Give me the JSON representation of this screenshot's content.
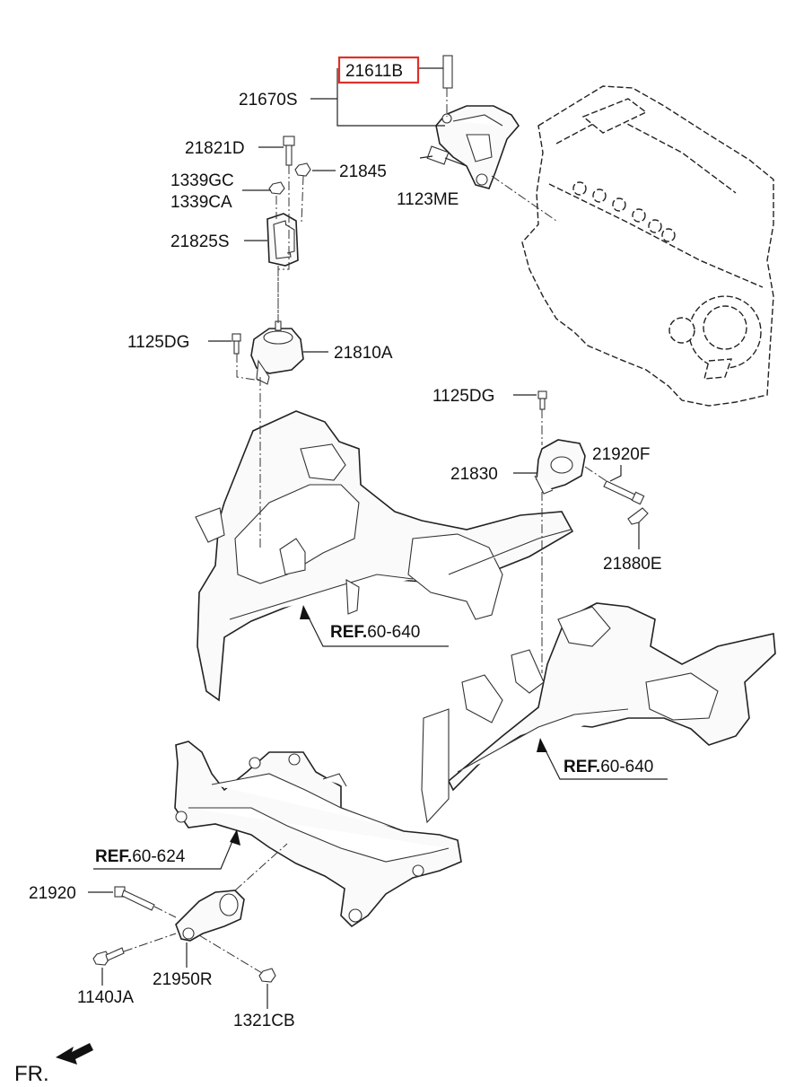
{
  "labels": {
    "l21611B": "21611B",
    "l21670S": "21670S",
    "l21821D": "21821D",
    "l1339GC": "1339GC",
    "l1339CA": "1339CA",
    "l21845": "21845",
    "l1123ME": "1123ME",
    "l21825S": "21825S",
    "l1125DG_a": "1125DG",
    "l21810A": "21810A",
    "l1125DG_b": "1125DG",
    "l21920F": "21920F",
    "l21830": "21830",
    "l21880E": "21880E",
    "l21920": "21920",
    "l1140JA": "1140JA",
    "l21950R": "21950R",
    "l1321CB": "1321CB"
  },
  "refs": {
    "ref1_bold": "REF.",
    "ref1_num": "60-640",
    "ref2_bold": "REF.",
    "ref2_num": "60-640",
    "ref3_bold": "REF.",
    "ref3_num": "60-624"
  },
  "fr_label": "FR.",
  "colors": {
    "highlight_box": "#e0302a",
    "line": "#222222",
    "background": "#ffffff"
  }
}
